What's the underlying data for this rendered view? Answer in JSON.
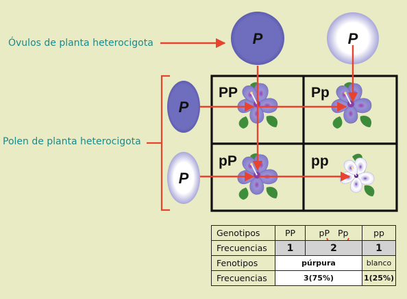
{
  "labels": {
    "ovules": "Óvulos de planta heterocigota",
    "pollen": "Polen de planta heterocigota"
  },
  "ovules": [
    {
      "allele": "P",
      "color": "#6f6dbe"
    },
    {
      "allele": "P",
      "color": "#ffffff"
    }
  ],
  "pollen": [
    {
      "allele": "P",
      "color": "#6f6dbe"
    },
    {
      "allele": "P",
      "color": "#ffffff"
    }
  ],
  "punnett": {
    "cells": [
      {
        "genotype": "PP",
        "flower": "purple"
      },
      {
        "genotype": "Pp",
        "flower": "purple"
      },
      {
        "genotype": "pP",
        "flower": "purple"
      },
      {
        "genotype": "pp",
        "flower": "white"
      }
    ]
  },
  "table": {
    "row1": {
      "head": "Genotipos",
      "c1": "PP",
      "c2a": "pP",
      "c2b": "Pp",
      "c3": "pp"
    },
    "row2": {
      "head": "Frecuencias",
      "c1": "1",
      "c2": "2",
      "c3": "1"
    },
    "row3": {
      "head": "Fenotipos",
      "c1": "púrpura",
      "c2": "blanco"
    },
    "row4": {
      "head": "Frecuencias",
      "c1": "3(75%)",
      "c2": "1(25%)"
    }
  },
  "colors": {
    "background": "#e8ebc4",
    "arrow": "#e8432f",
    "label_text": "#1b8a8c",
    "purple_gamete": "#6f6dbe",
    "purple_flower": "#8c86cc",
    "leaf": "#3d8a3a",
    "table_shade": "#d2d2d2"
  }
}
